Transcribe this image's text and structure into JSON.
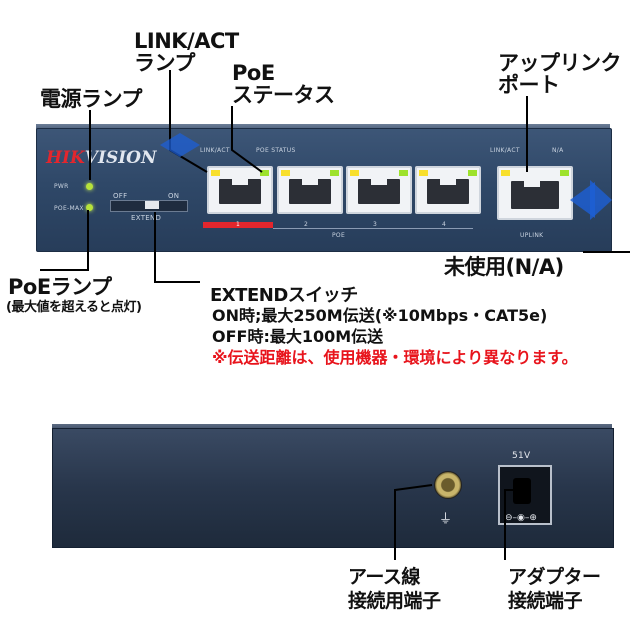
{
  "callouts": {
    "link_act": "LINK/ACT",
    "link_act_2": "ランプ",
    "poe_status": "PoE",
    "poe_status_2": "ステータス",
    "power_lamp": "電源ランプ",
    "uplink_port": "アップリンク",
    "uplink_port_2": "ポート",
    "unused_na": "未使用(N/A)",
    "poe_lamp": "PoEランプ",
    "poe_lamp_note": "(最大値を超えると点灯)",
    "extend_switch": "EXTENDスイッチ",
    "extend_on": "ON時;最大250M伝送(※10Mbps・CAT5e)",
    "extend_off": "OFF時:最大100M伝送",
    "extend_warning": "※伝送距離は、使用機器・環境により異なります。",
    "ground_terminal": "アース線",
    "ground_terminal_2": "接続用端子",
    "adapter_terminal": "アダプター",
    "adapter_terminal_2": "接続端子"
  },
  "device": {
    "brand": "HIKVISION",
    "brand_hi": "HIK",
    "brand_rest": "VISION",
    "pwr_label": "PWR",
    "poe_max_label": "POE-MAX",
    "off_label": "OFF",
    "on_label": "ON",
    "extend_label": "EXTEND",
    "link_act_label": "LINK/ACT",
    "poe_status_label": "POE STATUS",
    "port_numbers": [
      "1",
      "2",
      "3",
      "4"
    ],
    "poe_group_label": "POE",
    "uplink_link_act_label": "LINK/ACT",
    "uplink_na_label": "N/A",
    "uplink_label": "UPLINK",
    "voltage_label": "51V"
  },
  "colors": {
    "panel": "#2f4868",
    "warning_text": "#e8141c",
    "callout_arrow": "#1d5fd6",
    "led_green": "#b7e33b",
    "led_amber": "#f8df2c"
  }
}
